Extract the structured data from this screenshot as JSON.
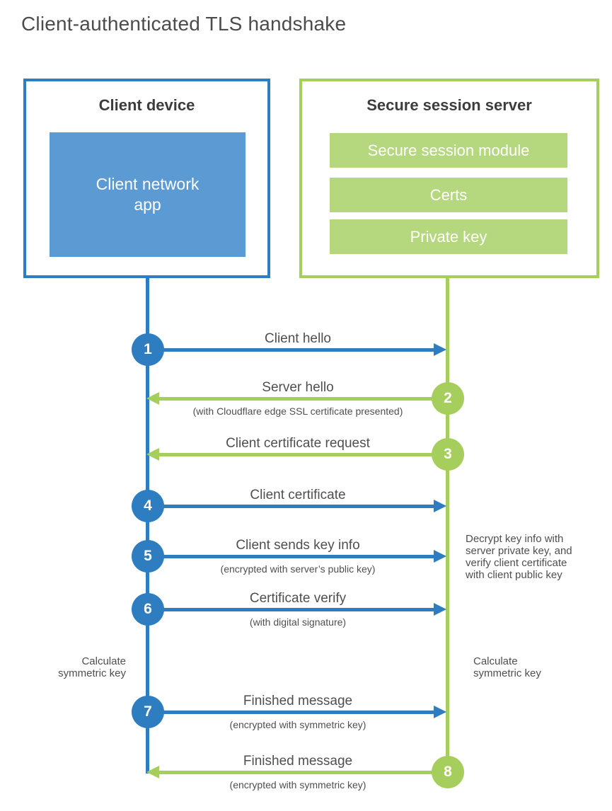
{
  "title": "Client-authenticated TLS handshake",
  "colors": {
    "blue": "#2d7dc0",
    "blue_fill": "#5b9ad3",
    "green": "#a5ce5c",
    "green_fill": "#b5d77e",
    "title_text": "#4c4c4c",
    "heading_text": "#3d3d3d",
    "label_text": "#4f4f4f",
    "white_text": "#ffffff"
  },
  "client_box": {
    "title": "Client device",
    "app_lines": [
      "Client network",
      "app"
    ]
  },
  "server_box": {
    "title": "Secure session server",
    "modules": [
      "Secure session module",
      "Certs",
      "Private key"
    ]
  },
  "steps": [
    {
      "num": "1",
      "label": "Client hello",
      "sub": "",
      "direction": "client-to-server",
      "color": "blue"
    },
    {
      "num": "2",
      "label": "Server hello",
      "sub": "(with Cloudflare edge SSL certificate presented)",
      "direction": "server-to-client",
      "color": "green"
    },
    {
      "num": "3",
      "label": "Client certificate request",
      "sub": "",
      "direction": "server-to-client",
      "color": "green"
    },
    {
      "num": "4",
      "label": "Client certificate",
      "sub": "",
      "direction": "client-to-server",
      "color": "blue"
    },
    {
      "num": "5",
      "label": "Client sends key info",
      "sub": "(encrypted with server’s public key)",
      "direction": "client-to-server",
      "color": "blue"
    },
    {
      "num": "6",
      "label": "Certificate verify",
      "sub": "(with digital signature)",
      "direction": "client-to-server",
      "color": "blue"
    },
    {
      "num": "7",
      "label": "Finished message",
      "sub": "(encrypted with symmetric key)",
      "direction": "client-to-server",
      "color": "blue"
    },
    {
      "num": "8",
      "label": "Finished message",
      "sub": "(encrypted with symmetric key)",
      "direction": "server-to-client",
      "color": "green"
    }
  ],
  "notes": {
    "decrypt_lines": [
      "Decrypt key info with",
      "server private key, and",
      "verify client certificate",
      "with client public key"
    ],
    "calc_left_lines": [
      "Calculate",
      "symmetric key"
    ],
    "calc_right_lines": [
      "Calculate",
      "symmetric key"
    ]
  }
}
